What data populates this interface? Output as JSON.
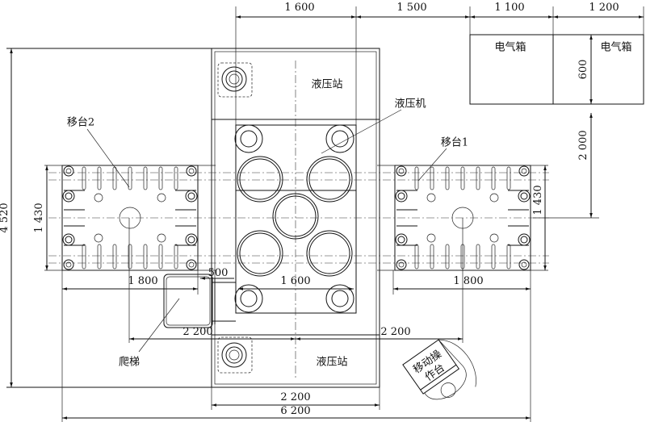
{
  "title": "Hydraulic press layout plan",
  "labels": {
    "electrical_box_1": "电气箱",
    "electrical_box_2": "电气箱",
    "hydraulic_station_top": "液压站",
    "hydraulic_station_bottom": "液压站",
    "hydraulic_press": "液压机",
    "moving_table_2": "移台2",
    "moving_table_1": "移台1",
    "ladder": "爬梯",
    "mobile_console_line1": "移动操",
    "mobile_console_line2": "作台"
  },
  "dimensions": {
    "top_press_width": "1 600",
    "top_gap": "1 500",
    "top_box1_width": "1 100",
    "top_box2_width": "1 200",
    "box_depth": "600",
    "box_to_table": "2 000",
    "overall_depth": "4 520",
    "table_depth_left": "1 430",
    "table_depth_right": "1 430",
    "table_width_left": "1 800",
    "table_width_right": "1 800",
    "press_inner_width": "1 600",
    "ladder_offset": "500",
    "center_left": "2 200",
    "center_right": "2 200",
    "station_width": "2 200",
    "overall_width": "6 200"
  }
}
